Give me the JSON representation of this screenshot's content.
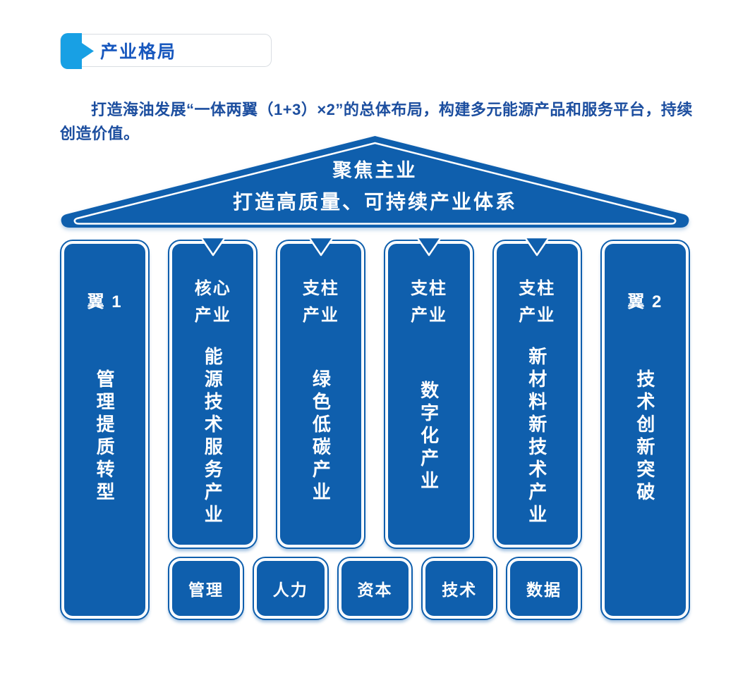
{
  "header": {
    "title": "产业格局"
  },
  "intro": "打造海油发展“一体两翼（1+3）×2”的总体布局，构建多元能源产品和服务平台，持续创造价值。",
  "roof": {
    "line1": "聚焦主业",
    "line2": "打造高质量、可持续产业体系"
  },
  "pillars": [
    {
      "type": "wing",
      "label": "翼 1",
      "body": "管理提质转型"
    },
    {
      "type": "core",
      "label": "核心产业",
      "body": "能源技术服务产业"
    },
    {
      "type": "pillar",
      "label": "支柱产业",
      "body": "绿色低碳产业"
    },
    {
      "type": "pillar",
      "label": "支柱产业",
      "body": "数字化产业"
    },
    {
      "type": "pillar",
      "label": "支柱产业",
      "body": "新材料新技术产业"
    },
    {
      "type": "wing",
      "label": "翼 2",
      "body": "技术创新突破"
    }
  ],
  "foundation": [
    "管理",
    "人力",
    "资本",
    "技术",
    "数据"
  ],
  "colors": {
    "main_blue": "#0F5FAD",
    "badge_icon_cyan": "#18A0E4",
    "title_blue": "#1757BE",
    "intro_navy": "#1C4E9F",
    "white": "#FFFFFF"
  }
}
